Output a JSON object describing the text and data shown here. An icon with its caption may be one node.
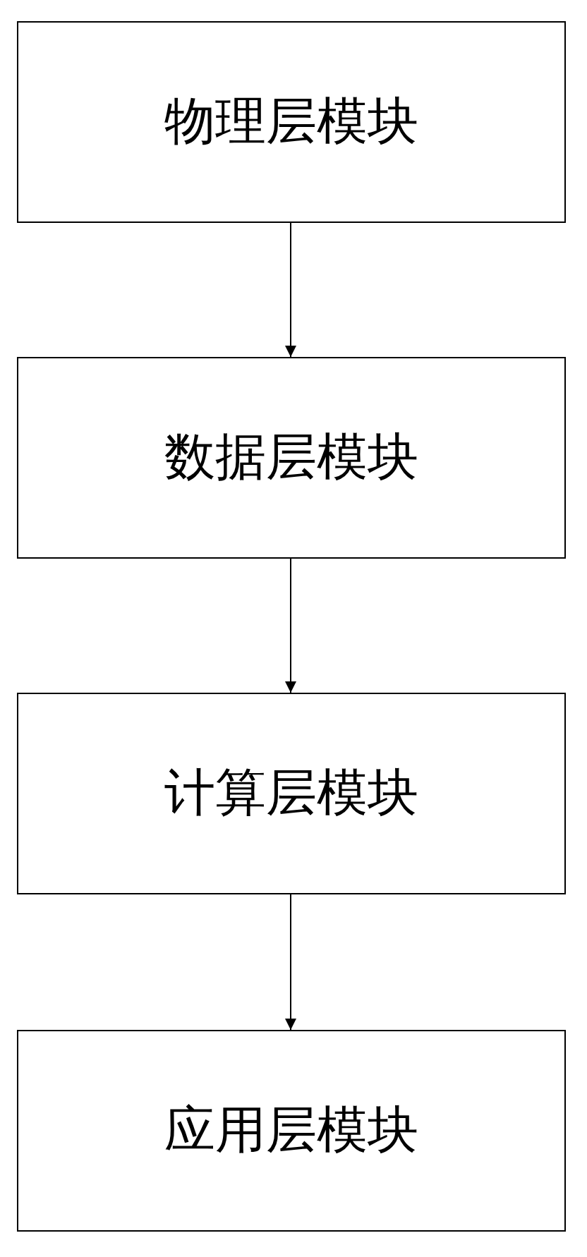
{
  "diagram": {
    "nodes": [
      {
        "text": [
          "物理层模块"
        ]
      },
      {
        "text": [
          "数据层模块"
        ]
      },
      {
        "text": [
          "计算层模块"
        ]
      },
      {
        "text": [
          "应用层模块"
        ]
      }
    ],
    "edges": [
      {
        "from": 0,
        "to": 1,
        "arrow": "to"
      },
      {
        "from": 1,
        "to": 2,
        "arrow": "to"
      },
      {
        "from": 2,
        "to": 3,
        "arrow": "to"
      }
    ]
  }
}
